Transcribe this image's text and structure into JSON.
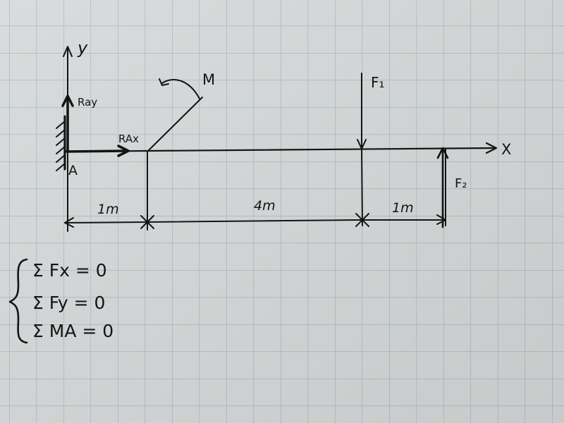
{
  "labels": {
    "axis_y": "y",
    "axis_x": "X",
    "reaction_y": "Ray",
    "reaction_x": "RAx",
    "support_point": "A",
    "moment": "M",
    "force_1": "F₁",
    "force_2": "F₂"
  },
  "dimensions": [
    {
      "label": "1m",
      "value": 1,
      "unit": "m"
    },
    {
      "label": "4m",
      "value": 4,
      "unit": "m"
    },
    {
      "label": "1m",
      "value": 1,
      "unit": "m"
    }
  ],
  "equations": [
    "Σ Fx = 0",
    "Σ Fy = 0",
    "Σ MA = 0"
  ],
  "colors": {
    "paper": "#d9dcdc",
    "grid": "#9fb3c4",
    "ink": "#141414"
  }
}
